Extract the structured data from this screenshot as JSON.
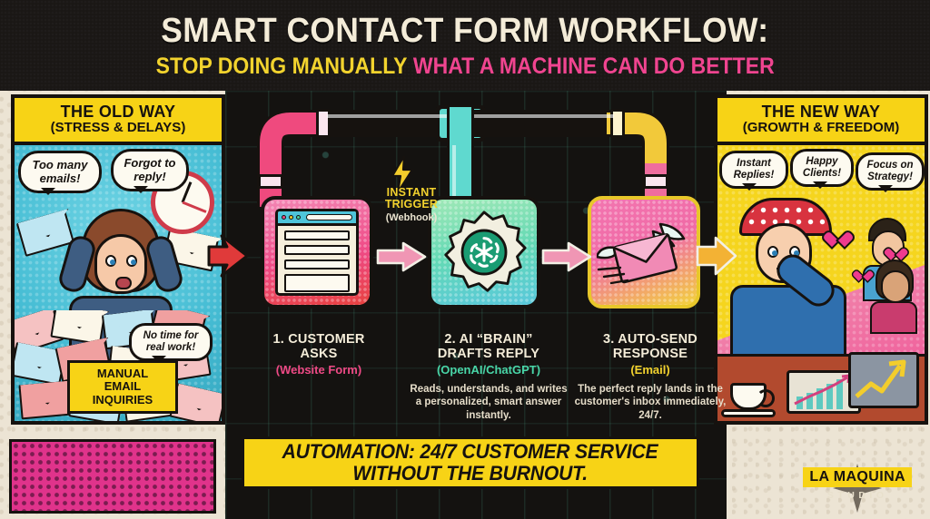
{
  "header": {
    "title_main": "SMART CONTACT FORM WORKFLOW:",
    "subtitle_yellow": "STOP DOING MANUALLY",
    "subtitle_pink": "WHAT A MACHINE CAN DO BETTER"
  },
  "left_panel": {
    "heading": "THE OLD WAY",
    "subheading": "(STRESS & DELAYS)",
    "bubbles": [
      "Too many emails!",
      "Forgot to reply!",
      "No time for real work!"
    ],
    "tag": "MANUAL EMAIL INQUIRIES",
    "icons": [
      "clock-icon",
      "envelope-icon",
      "stressed-person-icon"
    ]
  },
  "right_panel": {
    "heading": "THE NEW WAY",
    "subheading": "(GROWTH & FREEDOM)",
    "bubbles": [
      "Instant Replies!",
      "Happy Clients!",
      "Focus on Strategy!"
    ],
    "icons": [
      "rosie-riveter-icon",
      "heart-icon",
      "coffee-cup-icon",
      "tablet-chart-icon",
      "laptop-growth-icon"
    ]
  },
  "trigger": {
    "line1": "INSTANT",
    "line2": "TRIGGER",
    "line3": "(Webhook)",
    "icon": "lightning-bolt-icon"
  },
  "steps": [
    {
      "number_title": "1. CUSTOMER",
      "title_line2": "ASKS",
      "source": "(Website Form)",
      "description": "",
      "icon": "browser-form-icon",
      "accent": "#ef4a86"
    },
    {
      "number_title": "2. AI “BRAIN”",
      "title_line2": "DRAFTS REPLY",
      "source": "(OpenAI/ChatGPT)",
      "description": "Reads, understands, and writes a personalized, smart answer instantly.",
      "icon": "gear-openai-icon",
      "accent": "#49d6a8"
    },
    {
      "number_title": "3. AUTO-SEND",
      "title_line2": "RESPONSE",
      "source": "(Email)",
      "description": "The perfect reply lands in the customer's inbox immediately, 24/7.",
      "icon": "winged-envelope-icon",
      "accent": "#f3d22e"
    }
  ],
  "banner": {
    "line1": "AUTOMATION: 24/7 CUSTOMER SERVICE",
    "line2": "WITHOUT THE BURNOUT."
  },
  "logo": {
    "name": "LA MAQUINA",
    "sub": "STUDIO",
    "mark": "diamond-star-icon"
  },
  "colors": {
    "background_dark": "#1a1715",
    "paper": "#ece4d4",
    "yellow": "#f7d316",
    "pink": "#ef4a86",
    "magenta": "#e0338b",
    "teal": "#49d6a8",
    "cream": "#f4ecd8",
    "ink": "#16120f"
  }
}
